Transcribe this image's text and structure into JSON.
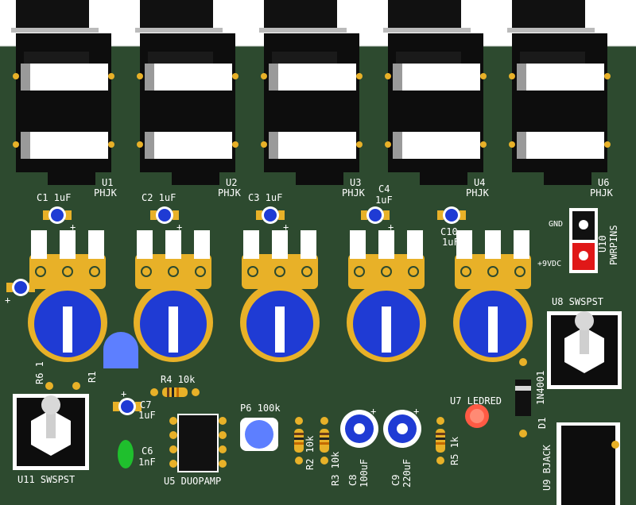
{
  "colors": {
    "board": "#2d4a2f",
    "silkscreen": "#ffffff",
    "pad_gold": "#e8b128",
    "pot_blue": "#1f3bd4",
    "jack_black": "#101010",
    "led_red": "#ff5a44",
    "power_red": "#e01818"
  },
  "components": {
    "u1": {
      "name": "U1",
      "type": "PHJK"
    },
    "u2": {
      "name": "U2",
      "type": "PHJK"
    },
    "u3": {
      "name": "U3",
      "type": "PHJK"
    },
    "u4": {
      "name": "U4",
      "type": "PHJK"
    },
    "u6": {
      "name": "U6",
      "type": "PHJK"
    },
    "c1": "C1 1uF",
    "c2": "C2 1uF",
    "c3": "C3 1uF",
    "c4_name": "C4",
    "c4_value": "1uF",
    "c10_name": "C10",
    "c10_value": "1uF",
    "gnd": "GND",
    "vdc": "+9VDC",
    "u10_name": "U10",
    "u10_type": "PWRPINS",
    "u8": "U8 SWSPST",
    "r6": "R6 1",
    "r1": "R1",
    "r4": "R4 10k",
    "c7_name": "C7",
    "c7_value": "1uF",
    "c6_name": "C6",
    "c6_value": "1nF",
    "u5": "U5 DUOPAMP",
    "p6": "P6 100k",
    "r2": "R2 10k",
    "r3": "R3 10k",
    "c8_name": "C8",
    "c8_value": "100uF",
    "c9_name": "C9",
    "c9_value": "220uF",
    "r5": "R5 1k",
    "u7": "U7 LEDRED",
    "d1_type": "1N4001",
    "d1_name": "D1",
    "u9": "U9 BJACK",
    "u11": "U11 SWSPST",
    "plus": "+"
  }
}
